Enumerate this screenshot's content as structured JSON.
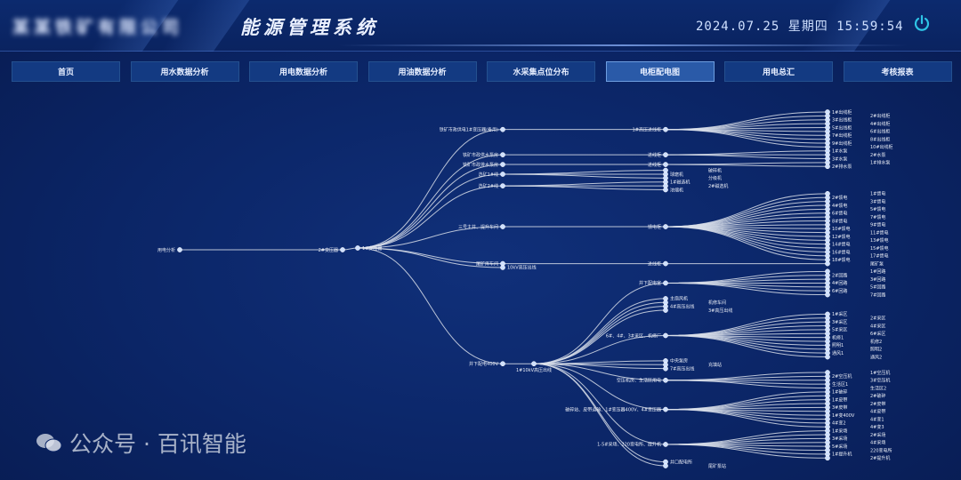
{
  "header": {
    "company": "某某铁矿有限公司",
    "title": "能源管理系统",
    "datetime": "2024.07.25 星期四 15:59:54",
    "power_icon": "power-icon"
  },
  "nav": [
    {
      "label": "首页",
      "active": false
    },
    {
      "label": "用水数据分析",
      "active": false
    },
    {
      "label": "用电数据分析",
      "active": false
    },
    {
      "label": "用油数据分析",
      "active": false
    },
    {
      "label": "水采集点位分布",
      "active": false
    },
    {
      "label": "电柜配电图",
      "active": true
    },
    {
      "label": "用电总汇",
      "active": false
    },
    {
      "label": "考核报表",
      "active": false
    }
  ],
  "colors": {
    "link": "#d9dfea",
    "node": "#cfe0ff",
    "accent": "#2ec4e6"
  },
  "tree": {
    "name": "用电分析",
    "children": [
      {
        "name": "2#变压器",
        "children": [
          {
            "name": "1#变压器",
            "children": [
              {
                "name": "铁矿市政供电1#变压器(备用)",
                "children": [
                  {
                    "name": "1#高压进线柜",
                    "children": [
                      {
                        "name": "1#出线柜"
                      },
                      {
                        "name": "2#出线柜"
                      },
                      {
                        "name": "3#出线柜"
                      },
                      {
                        "name": "4#出线柜"
                      },
                      {
                        "name": "5#出线柜"
                      },
                      {
                        "name": "6#出线柜"
                      },
                      {
                        "name": "7#出线柜"
                      },
                      {
                        "name": "8#出线柜"
                      },
                      {
                        "name": "9#出线柜"
                      },
                      {
                        "name": "10#出线柜"
                      }
                    ]
                  }
                ]
              },
              {
                "name": "铁矿市政供水泵房",
                "children": [
                  {
                    "name": "进线柜",
                    "children": [
                      {
                        "name": "1#水泵"
                      },
                      {
                        "name": "2#水泵"
                      },
                      {
                        "name": "3#水泵"
                      }
                    ]
                  }
                ]
              },
              {
                "name": "铁矿市政排水泵房",
                "children": [
                  {
                    "name": "进线柜",
                    "children": [
                      {
                        "name": "1#排水泵"
                      },
                      {
                        "name": "2#排水泵"
                      }
                    ]
                  }
                ]
              },
              {
                "name": "选矿1#线",
                "children": [
                  {
                    "name": "破碎机"
                  },
                  {
                    "name": "球磨机"
                  },
                  {
                    "name": "分级机"
                  }
                ]
              },
              {
                "name": "选矿2#线",
                "children": [
                  {
                    "name": "1#磁选机"
                  },
                  {
                    "name": "2#磁选机"
                  },
                  {
                    "name": "浓缩机"
                  }
                ]
              },
              {
                "name": "三号主井、提升车间",
                "children": [
                  {
                    "name": "馈电柜",
                    "children": [
                      {
                        "name": "1#馈电"
                      },
                      {
                        "name": "2#馈电"
                      },
                      {
                        "name": "3#馈电"
                      },
                      {
                        "name": "4#馈电"
                      },
                      {
                        "name": "5#馈电"
                      },
                      {
                        "name": "6#馈电"
                      },
                      {
                        "name": "7#馈电"
                      },
                      {
                        "name": "8#馈电"
                      },
                      {
                        "name": "9#馈电"
                      },
                      {
                        "name": "10#馈电"
                      },
                      {
                        "name": "11#馈电"
                      },
                      {
                        "name": "12#馈电"
                      },
                      {
                        "name": "13#馈电"
                      },
                      {
                        "name": "14#馈电"
                      },
                      {
                        "name": "15#馈电"
                      },
                      {
                        "name": "16#馈电"
                      },
                      {
                        "name": "17#馈电"
                      },
                      {
                        "name": "18#馈电"
                      }
                    ]
                  }
                ]
              },
              {
                "name": "尾矿库车间",
                "children": [
                  {
                    "name": "进线柜",
                    "children": [
                      {
                        "name": "尾矿泵"
                      }
                    ]
                  }
                ]
              },
              {
                "name": "10kV高压出线"
              },
              {
                "name": "井下配电400V",
                "children": [
                  {
                    "name": "1#10kV高压出线",
                    "children": [
                      {
                        "name": "井下配电室",
                        "children": [
                          {
                            "name": "1#回路"
                          },
                          {
                            "name": "2#回路"
                          },
                          {
                            "name": "3#回路"
                          },
                          {
                            "name": "4#回路"
                          },
                          {
                            "name": "5#回路"
                          },
                          {
                            "name": "6#回路"
                          },
                          {
                            "name": "7#回路"
                          }
                        ]
                      },
                      {
                        "name": "主扇风机"
                      },
                      {
                        "name": "机修车间"
                      },
                      {
                        "name": "4#高压出线"
                      },
                      {
                        "name": "3#高压出线"
                      },
                      {
                        "name": "6#、4#、3#采区、机修厂",
                        "children": [
                          {
                            "name": "1#采区"
                          },
                          {
                            "name": "2#采区"
                          },
                          {
                            "name": "3#采区"
                          },
                          {
                            "name": "4#采区"
                          },
                          {
                            "name": "5#采区"
                          },
                          {
                            "name": "6#采区"
                          },
                          {
                            "name": "机修1"
                          },
                          {
                            "name": "机修2"
                          },
                          {
                            "name": "照明1"
                          },
                          {
                            "name": "照明2"
                          },
                          {
                            "name": "通风1"
                          },
                          {
                            "name": "通风2"
                          }
                        ]
                      },
                      {
                        "name": "中央泵房"
                      },
                      {
                        "name": "充填站"
                      },
                      {
                        "name": "7#高压出线"
                      },
                      {
                        "name": "空压机房、生活区用电",
                        "children": [
                          {
                            "name": "1#空压机"
                          },
                          {
                            "name": "2#空压机"
                          },
                          {
                            "name": "3#空压机"
                          },
                          {
                            "name": "生活区1"
                          },
                          {
                            "name": "生活区2"
                          }
                        ]
                      },
                      {
                        "name": "破碎站、皮带运输、1#变压器400V、4#变压器",
                        "children": [
                          {
                            "name": "1#破碎"
                          },
                          {
                            "name": "2#破碎"
                          },
                          {
                            "name": "1#皮带"
                          },
                          {
                            "name": "2#皮带"
                          },
                          {
                            "name": "3#皮带"
                          },
                          {
                            "name": "4#皮带"
                          },
                          {
                            "name": "1#变400V"
                          },
                          {
                            "name": "4#变1"
                          },
                          {
                            "name": "4#变2"
                          },
                          {
                            "name": "4#变3"
                          }
                        ]
                      },
                      {
                        "name": "1-5#采场、220变电所、提升机",
                        "children": [
                          {
                            "name": "1#采场"
                          },
                          {
                            "name": "2#采场"
                          },
                          {
                            "name": "3#采场"
                          },
                          {
                            "name": "4#采场"
                          },
                          {
                            "name": "5#采场"
                          },
                          {
                            "name": "220变电所"
                          },
                          {
                            "name": "1#提升机"
                          },
                          {
                            "name": "2#提升机"
                          }
                        ]
                      },
                      {
                        "name": "井口配电所"
                      },
                      {
                        "name": "尾矿泵站"
                      }
                    ]
                  }
                ]
              }
            ]
          }
        ]
      }
    ]
  },
  "watermark": "公众号 · 百讯智能"
}
